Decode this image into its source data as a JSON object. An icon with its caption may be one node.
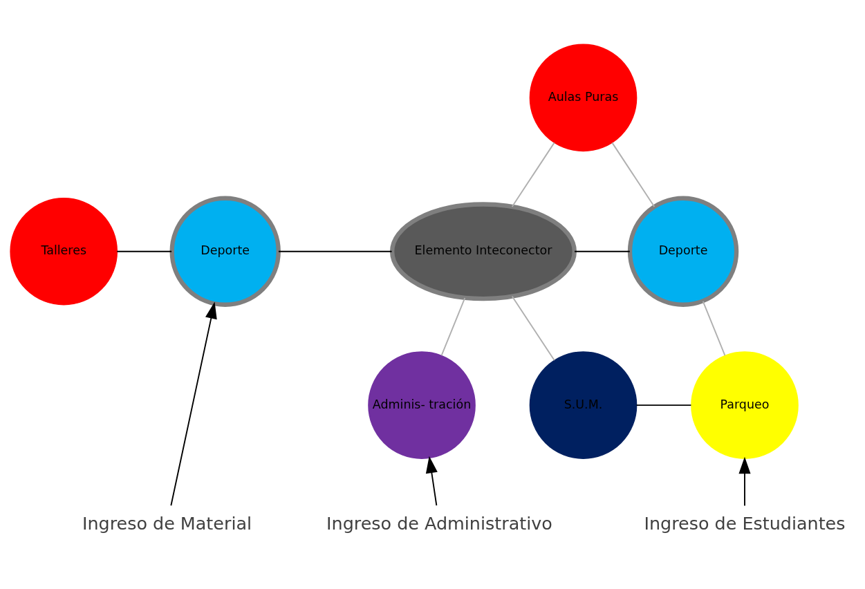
{
  "diagram": {
    "nodes": [
      {
        "text": [
          "Aulas Puras"
        ]
      },
      {
        "text": [
          "Talleres"
        ]
      },
      {
        "text": [
          "Deporte"
        ]
      },
      {
        "text": [
          "Elemento Inteconector"
        ]
      },
      {
        "text": [
          "Deporte"
        ]
      },
      {
        "text": [
          "Adminis- tración"
        ]
      },
      {
        "text": [
          "S.U.M."
        ]
      },
      {
        "text": [
          "Parqueo"
        ]
      },
      {
        "text": [
          "Ingreso de Material"
        ]
      },
      {
        "text": [
          "Ingreso de Administrativo"
        ]
      },
      {
        "text": [
          "Ingreso de Estudiantes"
        ]
      }
    ],
    "edges": [
      {
        "from": 0,
        "to": 3,
        "arrow": "none",
        "color": "#b0b0b0"
      },
      {
        "from": 0,
        "to": 4,
        "arrow": "none",
        "color": "#b0b0b0"
      },
      {
        "from": 1,
        "to": 2,
        "arrow": "none"
      },
      {
        "from": 2,
        "to": 3,
        "arrow": "none"
      },
      {
        "from": 3,
        "to": 4,
        "arrow": "none"
      },
      {
        "from": 3,
        "to": 5,
        "arrow": "none",
        "color": "#b0b0b0"
      },
      {
        "from": 3,
        "to": 6,
        "arrow": "none",
        "color": "#b0b0b0"
      },
      {
        "from": 4,
        "to": 7,
        "arrow": "none",
        "color": "#b0b0b0"
      },
      {
        "from": 6,
        "to": 7,
        "arrow": "none"
      },
      {
        "from": 8,
        "to": 2,
        "arrow": "to"
      },
      {
        "from": 9,
        "to": 5,
        "arrow": "to"
      },
      {
        "from": 10,
        "to": 7,
        "arrow": "to"
      }
    ]
  }
}
